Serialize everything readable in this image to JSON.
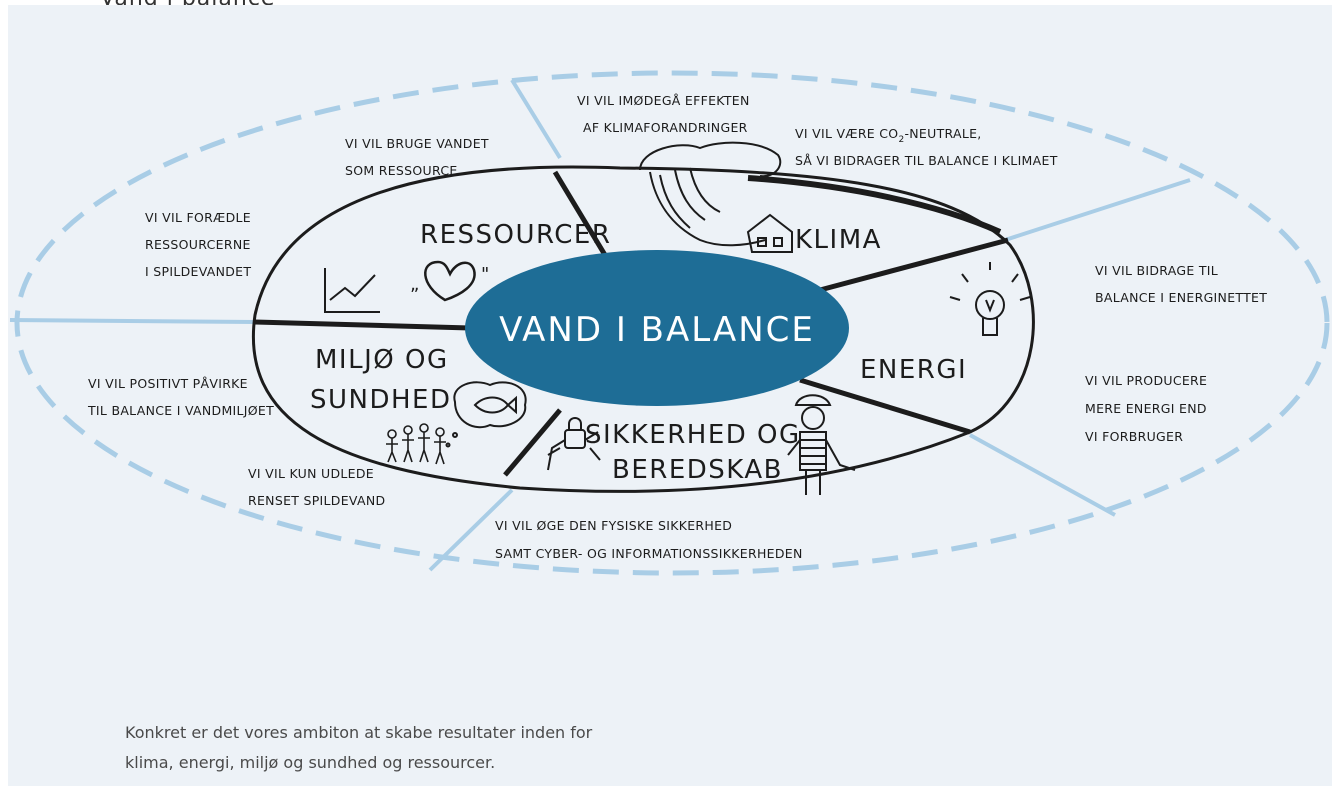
{
  "top_partial_title": "Vand i balance",
  "center_label": "VAND i BALANCE",
  "areas": {
    "ressourcer": "RESSOURCER",
    "klima": "KLiMA",
    "energi": "ENERGi",
    "miljo_1": "MiLJØ OG",
    "miljo_2": "SUNDHED",
    "sikkerhed_1": "SiKKERHED OG",
    "sikkerhed_2": "BEREDSKAB"
  },
  "goals": {
    "klimaforandringer_1": "Vi ViL iMØDEGÅ EFFEKTEN",
    "klimaforandringer_2": "AF KLiMAFORANDRiNGER",
    "co2_1": "Vi ViL VÆRE CO",
    "co2_sub": "2",
    "co2_2": "-NEUTRALE,",
    "co2_3": "SÅ Vi BiDRAGER TiL BALANCE i KLiMAET",
    "bruge_1": "Vi ViL BRUGE VANDET",
    "bruge_2": "SOM RESSOURCE",
    "foraedle_1": "Vi ViL FORÆDLE",
    "foraedle_2": "RESSOURCERNE",
    "foraedle_3": "i SPiLDEVANDET",
    "bidrage_1": "Vi ViL BiDRAGE TiL",
    "bidrage_2": "BALANCE i ENERGiNETTET",
    "producere_1": "Vi ViL PRODUCERE",
    "producere_2": "MERE ENERGi END",
    "producere_3": "Vi FORBRUGER",
    "vandmiljo_1": "Vi ViL POSiTiVT PÅViRKE",
    "vandmiljo_2": "TiL BALANCE i VANDMiLJØET",
    "udlede_1": "Vi ViL KUN UDLEDE",
    "udlede_2": "RENSET SPiLDEVAND",
    "sikkerhed_1": "Vi ViL ØGE DEN FYSiSKE SiKKERHED",
    "sikkerhed_2": "SAMT CYBER- OG iNFORMATiONSSiKKERHEDEN"
  },
  "caption": {
    "line1": "Konkret er det vores ambiton at skabe resultater inden for",
    "line2": "klima, energi, miljø og sundhed og ressourcer."
  },
  "colors": {
    "panel_bg": "#edf2f7",
    "center_fill": "#1e6d96",
    "outer_dash": "#a9cde6",
    "ink": "#1c1c1c"
  },
  "icons": [
    "growth-chart-icon",
    "heart-icon",
    "wave-icon",
    "house-icon",
    "lightbulb-icon",
    "fish-bubble-icon",
    "people-icon",
    "lock-bug-icon",
    "firefighter-icon"
  ]
}
